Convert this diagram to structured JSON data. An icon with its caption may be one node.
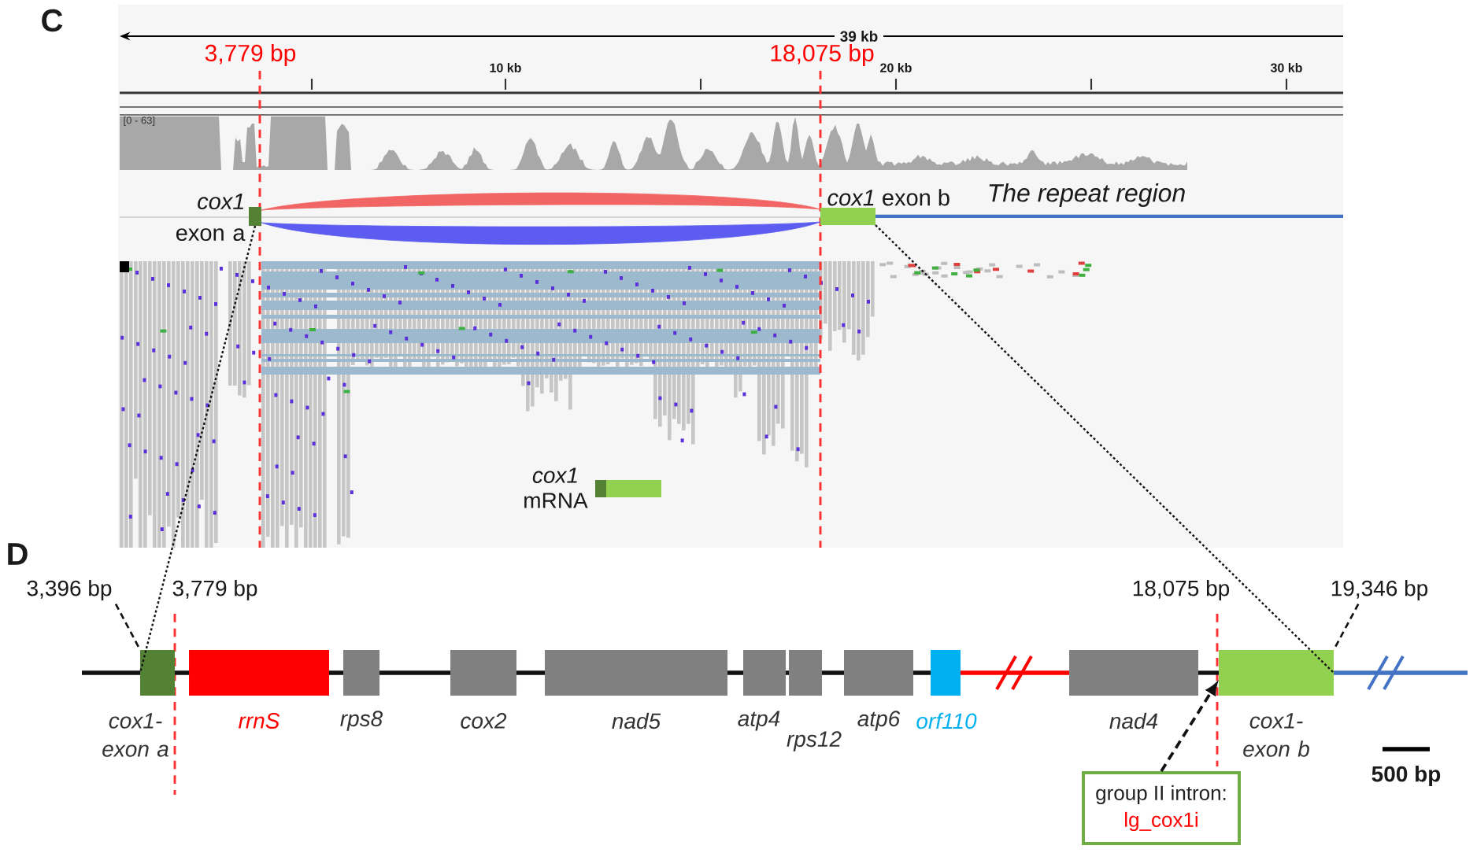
{
  "diagram": {
    "nodes": [
      {
        "text": [],
        "shape": "box",
        "beside": [
          "*cox1* exon a"
        ]
      },
      {
        "text": [],
        "shape": "box",
        "beside": [
          "*cox1* exon b"
        ]
      },
      {
        "text": [],
        "shape": "box",
        "beside": [
          "*cox1* mRNA"
        ]
      },
      {
        "text": [],
        "shape": "box",
        "beside": [
          "cox1- exon a"
        ]
      },
      {
        "text": [],
        "shape": "box",
        "beside": [
          "rrnS"
        ]
      },
      {
        "text": [],
        "shape": "box",
        "beside": [
          "rps8"
        ]
      },
      {
        "text": [],
        "shape": "box",
        "beside": [
          "cox2"
        ]
      },
      {
        "text": [],
        "shape": "box",
        "beside": [
          "nad5"
        ]
      },
      {
        "text": [],
        "shape": "box",
        "beside": [
          "atp4"
        ]
      },
      {
        "text": [],
        "shape": "box",
        "beside": [
          "rps12"
        ]
      },
      {
        "text": [],
        "shape": "box",
        "beside": [
          "atp6"
        ]
      },
      {
        "text": [],
        "shape": "box",
        "beside": [
          "orf110"
        ]
      },
      {
        "text": [],
        "shape": "box",
        "beside": [
          "nad4"
        ]
      },
      {
        "text": [],
        "shape": "box",
        "beside": [
          "cox1- exon b"
        ]
      },
      {
        "text": [
          "group II intron:",
          "lg_cox1i"
        ]
      },
      {
        "text": [
          "3,396 bp"
        ]
      },
      {
        "text": [
          "19,346 bp"
        ]
      }
    ],
    "edges": [
      {
        "from": 0,
        "to": 1,
        "arrow": "none",
        "style": "thick",
        "color": "#f26565"
      },
      {
        "from": 0,
        "to": 1,
        "arrow": "none",
        "style": "thick",
        "color": "#5c5cf0"
      },
      {
        "from": 0,
        "to": 3,
        "arrow": "none",
        "style": "dashed"
      },
      {
        "from": 1,
        "to": 13,
        "arrow": "none",
        "style": "dashed"
      },
      {
        "from": 15,
        "to": 3,
        "arrow": "none",
        "style": "dashed"
      },
      {
        "from": 16,
        "to": 13,
        "arrow": "none",
        "style": "dashed"
      },
      {
        "from": 14,
        "to": 13,
        "arrow": "to",
        "style": "dashed"
      }
    ],
    "labels": [
      "C",
      "39 kb",
      "3,779 bp",
      "10 kb",
      "18,075 bp",
      "20 kb",
      "30 kb",
      "[0 - 63]",
      "The repeat region",
      "D",
      "3,779 bp",
      "18,075 bp",
      "500 bp"
    ]
  }
}
